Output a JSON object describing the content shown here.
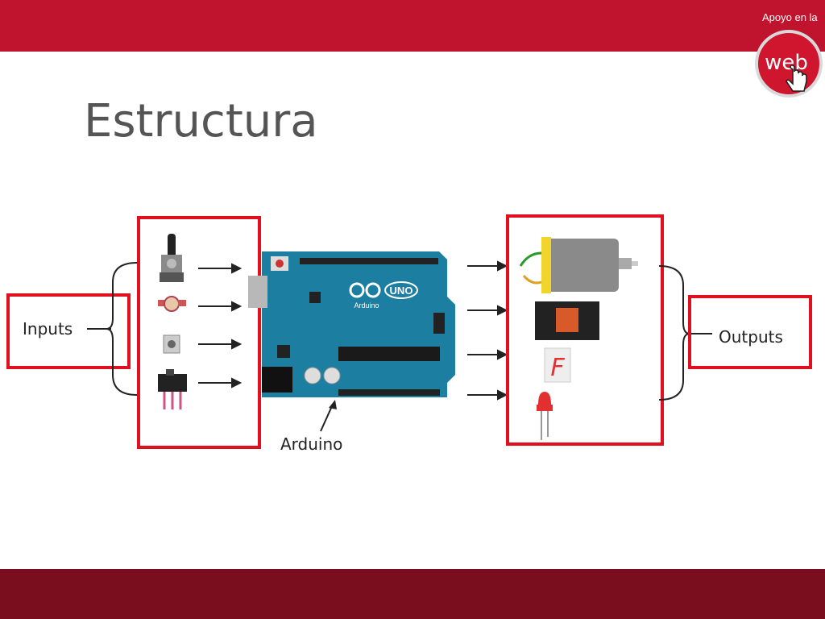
{
  "header": {
    "logo_caption": "Apoyo en la",
    "logo_text": "web"
  },
  "slide": {
    "title": "Estructura"
  },
  "diagram": {
    "inputs_label": "Inputs",
    "outputs_label": "Outputs",
    "board_label": "Arduino",
    "board_brand": "UNO",
    "board_subtitle": "Arduino",
    "input_components": [
      "potentiometer-icon",
      "photoresistor-icon",
      "pushbutton-icon",
      "slide-switch-icon"
    ],
    "output_components": [
      "dc-motor-icon",
      "relay-icon",
      "seven-segment-display-icon",
      "led-icon"
    ],
    "seven_segment_char": "F"
  },
  "colors": {
    "top_bar": "#c0142e",
    "bottom_bar": "#7a0e1f",
    "highlight_box": "#e0101e",
    "board": "#1c7ea0",
    "title": "#555555"
  }
}
